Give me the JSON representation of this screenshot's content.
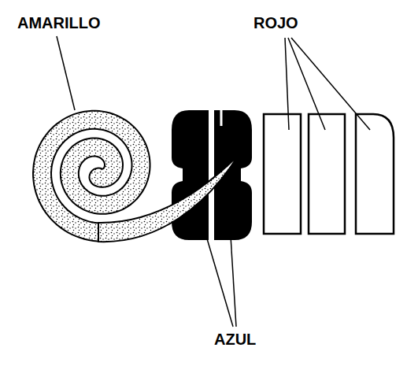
{
  "diagram": {
    "labels": [
      "AMARILLO",
      "ROJO",
      "AZUL"
    ]
  }
}
